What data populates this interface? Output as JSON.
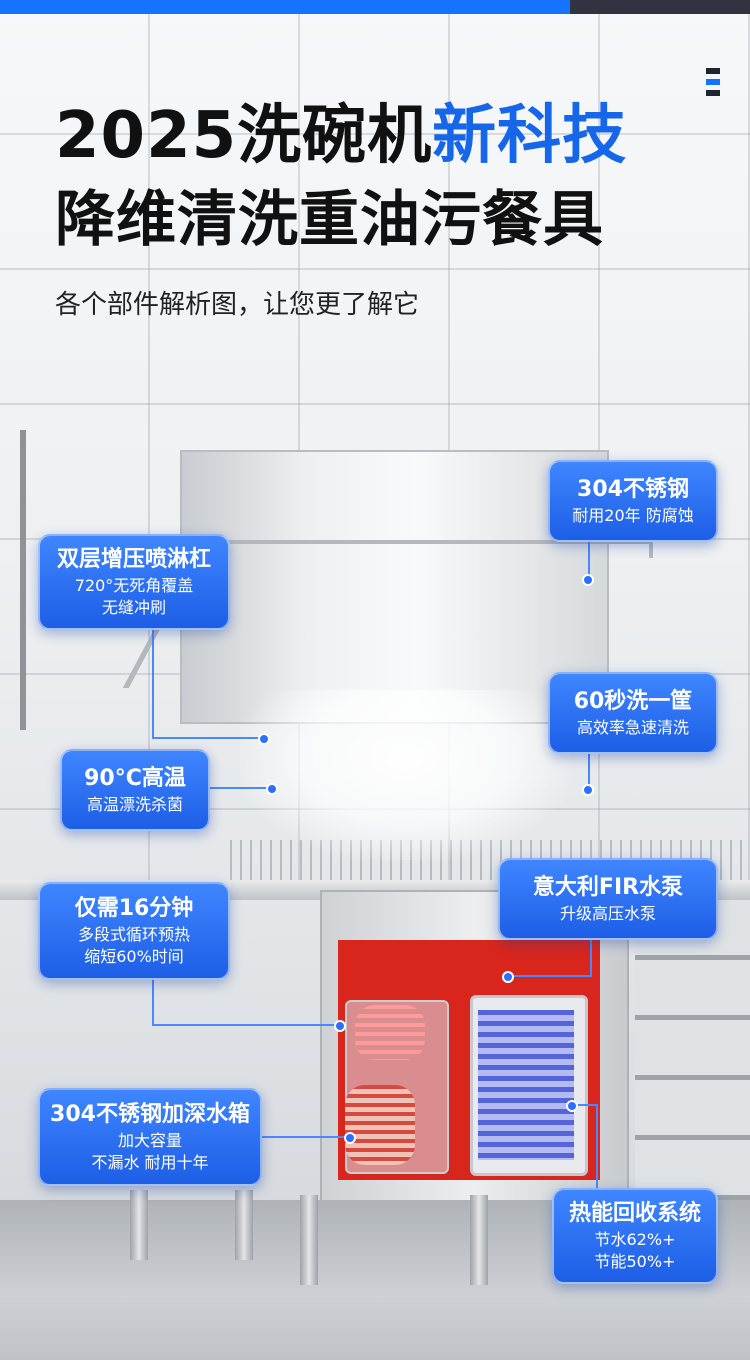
{
  "header": {
    "title_main": "2025洗碗机",
    "title_accent": "新科技",
    "subtitle": "降维清洗重油污餐具",
    "description": "各个部件解析图，让您更了解它"
  },
  "colors": {
    "accent": "#1566e8",
    "card": "#2f74ff",
    "cutaway": "#d8261d"
  },
  "callouts": [
    {
      "title": "304不锈钢",
      "lines": [
        "耐用20年 防腐蚀"
      ]
    },
    {
      "title": "双层增压喷淋杠",
      "lines": [
        "720°无死角覆盖",
        "无缝冲刷"
      ]
    },
    {
      "title": "60秒洗一筐",
      "lines": [
        "高效率急速清洗"
      ]
    },
    {
      "title": "90°C高温",
      "lines": [
        "高温漂洗杀菌"
      ]
    },
    {
      "title": "意大利FIR水泵",
      "lines": [
        "升级高压水泵"
      ]
    },
    {
      "title": "仅需16分钟",
      "lines": [
        "多段式循环预热",
        "缩短60%时间"
      ]
    },
    {
      "title": "304不锈钢加深水箱",
      "lines": [
        "加大容量",
        "不漏水 耐用十年"
      ]
    },
    {
      "title": "热能回收系统",
      "lines": [
        "节水62%+",
        "节能50%+"
      ]
    }
  ]
}
